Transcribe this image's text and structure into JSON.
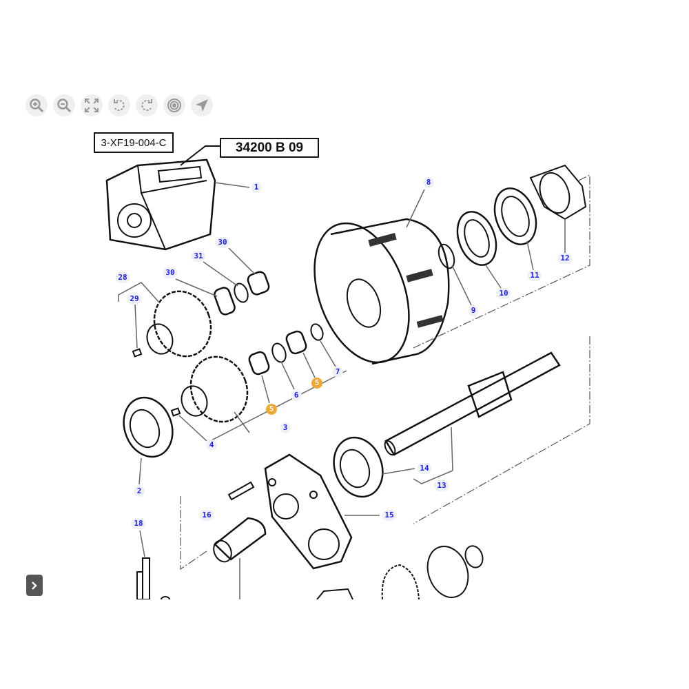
{
  "toolbar": {
    "buttons": [
      {
        "name": "zoom-in",
        "icon": "zoom-in-icon"
      },
      {
        "name": "zoom-out",
        "icon": "zoom-out-icon"
      },
      {
        "name": "fit",
        "icon": "fit-screen-icon"
      },
      {
        "name": "rotate-left",
        "icon": "rotate-left-icon"
      },
      {
        "name": "rotate-right",
        "icon": "rotate-right-icon"
      },
      {
        "name": "center",
        "icon": "target-icon"
      },
      {
        "name": "locate",
        "icon": "navigate-icon"
      }
    ]
  },
  "diagram": {
    "ref_code": "3-XF19-004-C",
    "group_code": "34200 B 09",
    "highlight_color": "#f0a830",
    "callouts": [
      {
        "id": "1",
        "label": "1"
      },
      {
        "id": "8",
        "label": "8"
      },
      {
        "id": "30a",
        "label": "30"
      },
      {
        "id": "31",
        "label": "31"
      },
      {
        "id": "30b",
        "label": "30"
      },
      {
        "id": "28",
        "label": "28"
      },
      {
        "id": "29",
        "label": "29"
      },
      {
        "id": "12",
        "label": "12"
      },
      {
        "id": "11",
        "label": "11"
      },
      {
        "id": "10",
        "label": "10"
      },
      {
        "id": "9",
        "label": "9"
      },
      {
        "id": "7",
        "label": "7"
      },
      {
        "id": "5a",
        "label": "5",
        "highlighted": true
      },
      {
        "id": "6",
        "label": "6"
      },
      {
        "id": "5b",
        "label": "5",
        "highlighted": true
      },
      {
        "id": "3",
        "label": "3"
      },
      {
        "id": "4",
        "label": "4"
      },
      {
        "id": "2",
        "label": "2"
      },
      {
        "id": "14",
        "label": "14"
      },
      {
        "id": "13",
        "label": "13"
      },
      {
        "id": "16",
        "label": "16"
      },
      {
        "id": "15",
        "label": "15"
      },
      {
        "id": "18",
        "label": "18"
      }
    ]
  },
  "sidebar_toggle": {
    "icon": "chevron-right-icon"
  }
}
